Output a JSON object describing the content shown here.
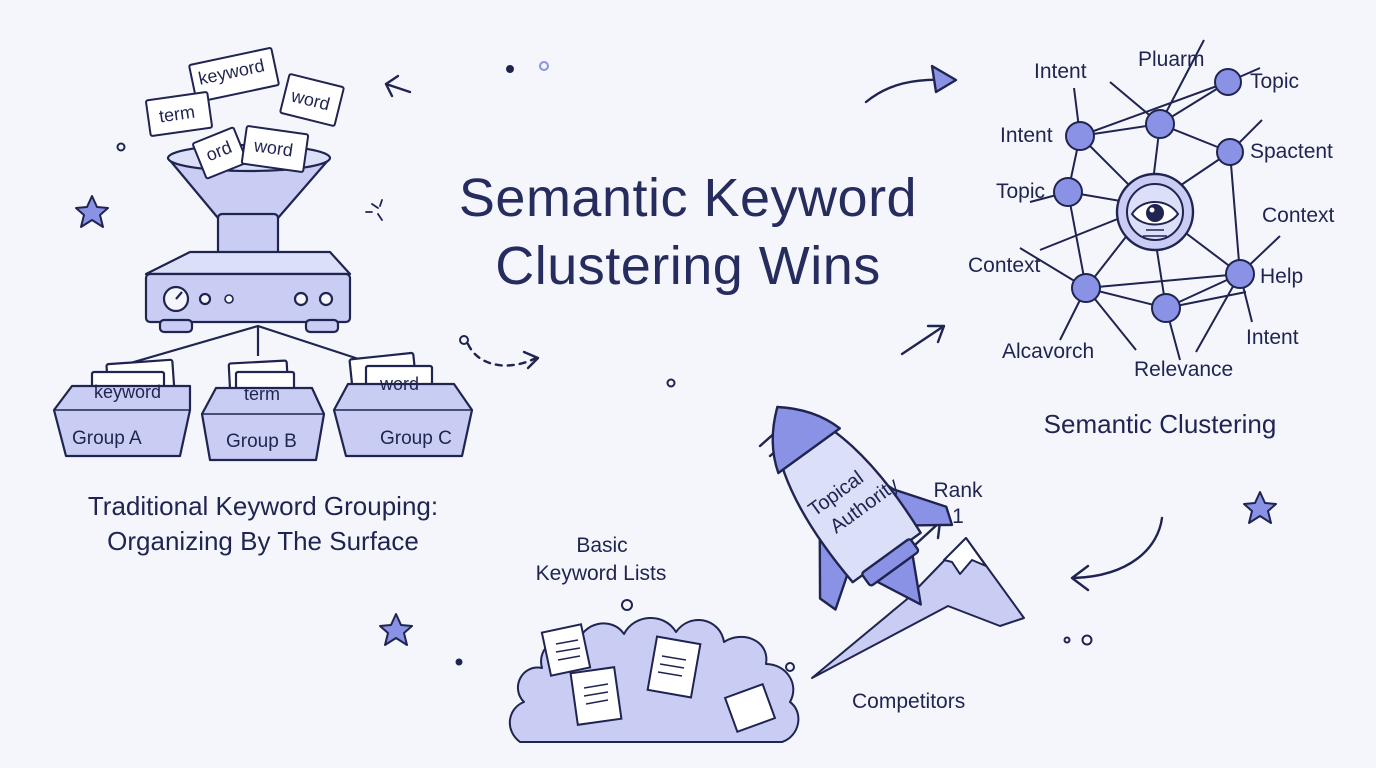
{
  "title": {
    "line1": "Semantic Keyword",
    "line2": "Clustering Wins"
  },
  "left_panel": {
    "caption_line1": "Traditional Keyword Grouping:",
    "caption_line2": "Organizing By The Surface",
    "flying_papers": [
      "keyword",
      "term",
      "word",
      "ord",
      "word"
    ],
    "groups": [
      {
        "label": "Group A",
        "paper": "keyword"
      },
      {
        "label": "Group B",
        "paper": "term"
      },
      {
        "label": "Group C",
        "paper": "word"
      }
    ]
  },
  "network_panel": {
    "caption": "Semantic Clustering",
    "labels": [
      "Intent",
      "Pluarm",
      "Topic",
      "Intent",
      "Spactent",
      "Topic",
      "Context",
      "Context",
      "Help",
      "Alcavorch",
      "Intent",
      "Relevance"
    ]
  },
  "rocket_panel": {
    "rocket_text_line1": "Topical",
    "rocket_text_line2": "Authority",
    "basic_line1": "Basic",
    "basic_line2": "Keyword Lists",
    "rank_label": "Rank",
    "rank_value": "1",
    "competitors": "Competitors"
  },
  "colors": {
    "ink": "#1f2450",
    "fill": "#c9cdf4",
    "fill_dark": "#8a92e6",
    "background": "#f5f6fb"
  }
}
